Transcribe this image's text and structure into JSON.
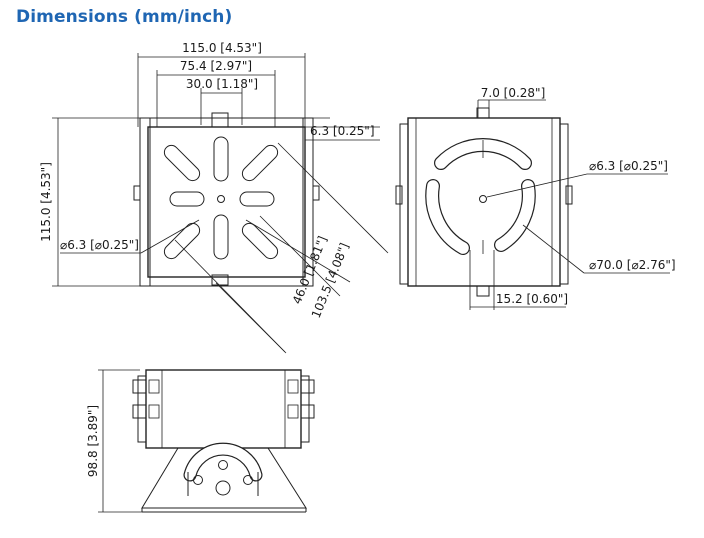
{
  "title": "Dimensions (mm/inch)",
  "front_view": {
    "width_outer": "115.0 [4.53\"]",
    "width_mid": "75.4 [2.97\"]",
    "width_inner": "30.0 [1.18\"]",
    "plate_thickness": "6.3 [0.25\"]",
    "height": "115.0 [4.53\"]",
    "hole_diameter": "⌀6.3 [⌀0.25\"]",
    "diag_short": "46.0 [1.81\"]",
    "diag_long": "103.5 [4.08\"]"
  },
  "side_view": {
    "top_offset": "7.0 [0.28\"]",
    "center_hole": "⌀6.3 [⌀0.25\"]",
    "circle_diameter": "⌀70.0 [⌀2.76\"]",
    "gap_width": "15.2 [0.60\"]"
  },
  "bottom_view": {
    "height": "98.8 [3.89\"]"
  }
}
